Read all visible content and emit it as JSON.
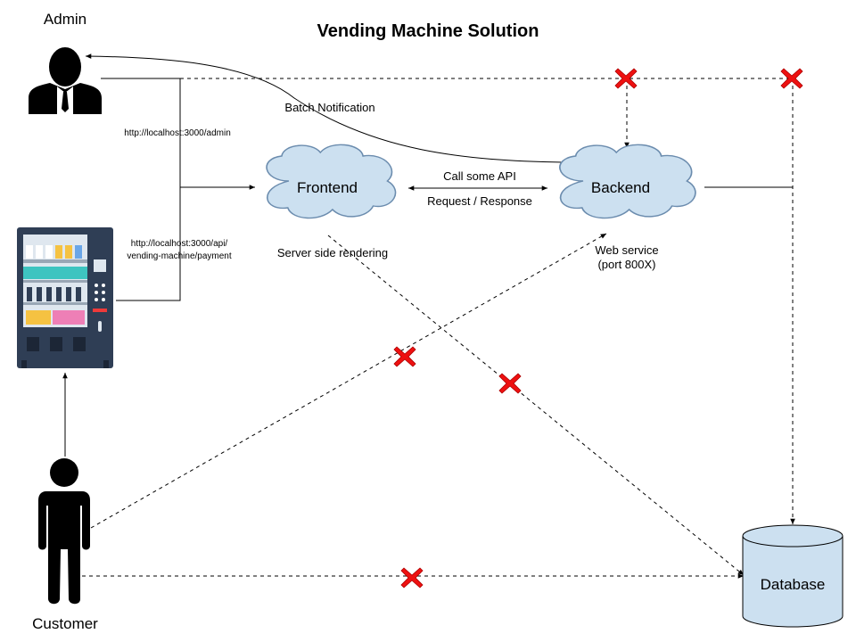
{
  "title": "Vending Machine Solution",
  "actors": {
    "admin": "Admin",
    "customer": "Customer"
  },
  "nodes": {
    "frontend": "Frontend",
    "backend": "Backend",
    "database": "Database"
  },
  "labels": {
    "admin_url": "http://localhost:3000/admin",
    "payment_url_line1": "http://localhost:3000/api/",
    "payment_url_line2": "vending-machine/payment",
    "batch_notification": "Batch Notification",
    "call_api": "Call some API",
    "request_response": "Request / Response",
    "ssr": "Server side rendering",
    "web_service_line1": "Web service",
    "web_service_line2": "(port 800X)"
  },
  "colors": {
    "cloud_fill": "#cce0f0",
    "cloud_stroke": "#6b8cae",
    "cross": "#ee1111",
    "machine_body": "#2f3e55"
  },
  "icons": [
    "admin-person-icon",
    "customer-person-icon",
    "vending-machine-icon",
    "cross-icon"
  ]
}
